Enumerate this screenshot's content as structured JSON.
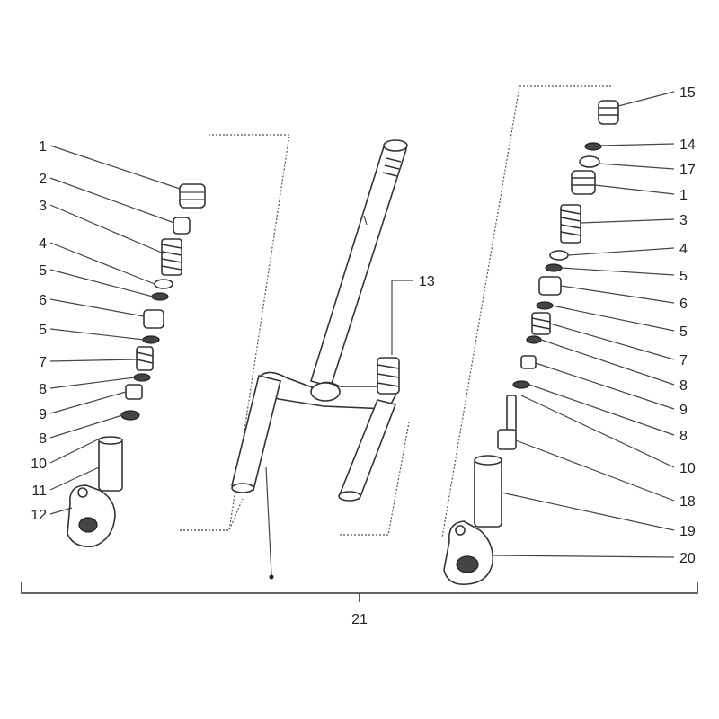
{
  "callouts_left": [
    "1",
    "2",
    "3",
    "4",
    "5",
    "6",
    "5",
    "7",
    "8",
    "9",
    "8",
    "10",
    "11",
    "12"
  ],
  "callouts_right": [
    "15",
    "14",
    "17",
    "1",
    "3",
    "4",
    "5",
    "6",
    "5",
    "7",
    "8",
    "9",
    "8",
    "10",
    "18",
    "19",
    "20"
  ],
  "callout_center": "13",
  "callout_assembly": "21",
  "colors": {
    "ink": "#333333",
    "paper": "#ffffff"
  }
}
